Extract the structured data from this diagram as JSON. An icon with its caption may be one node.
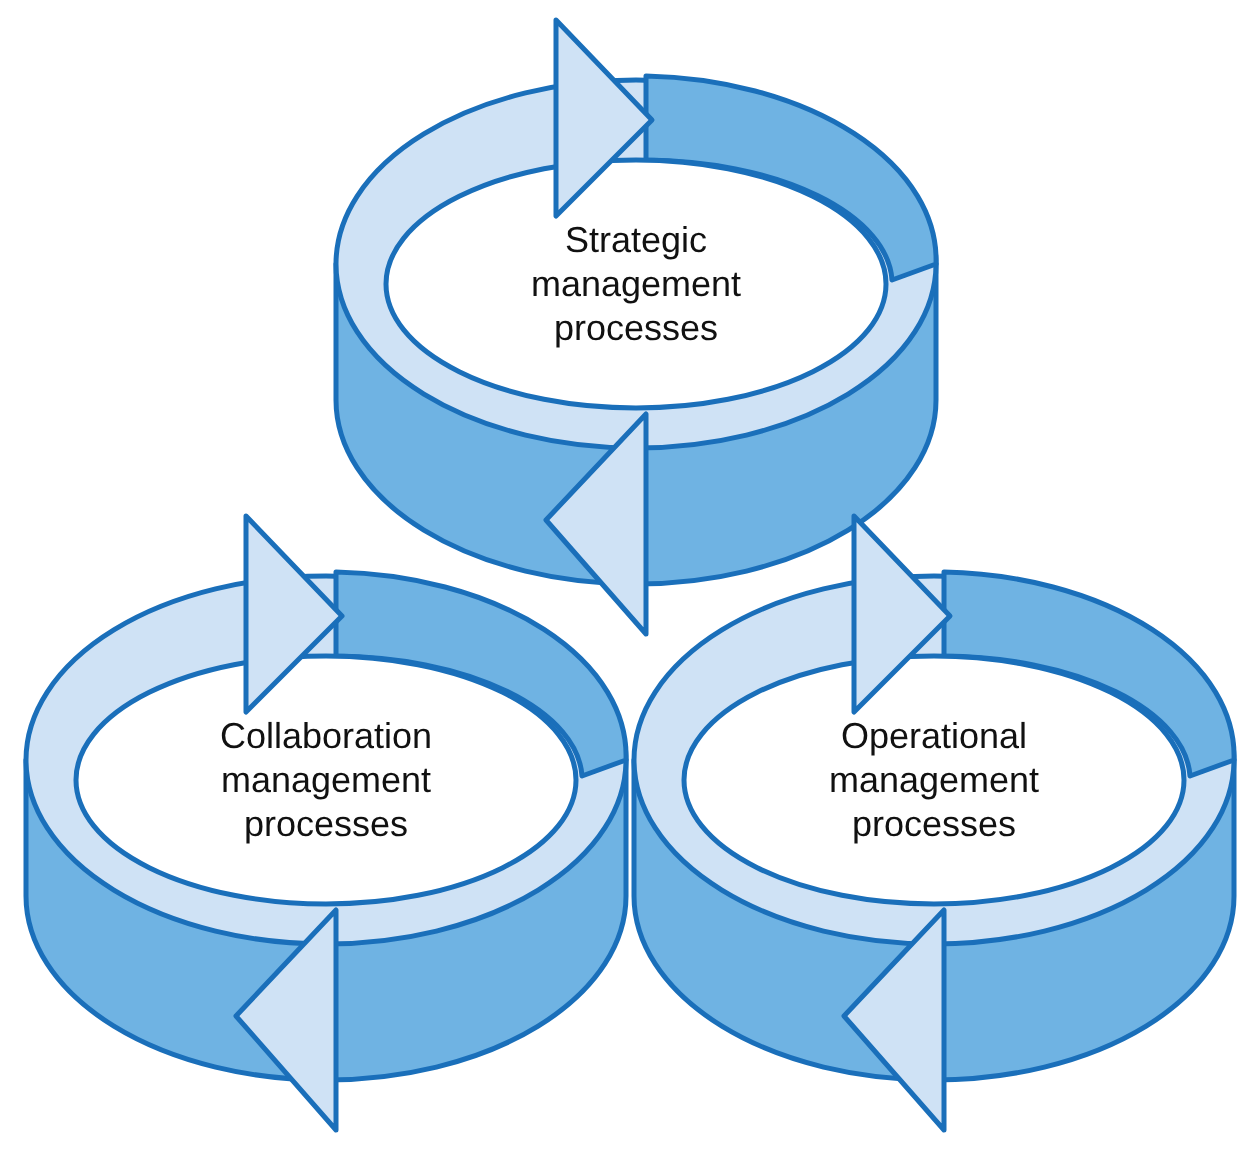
{
  "diagram": {
    "nodes": [
      {
        "text": [
          "Strategic management processes"
        ]
      },
      {
        "text": [
          "Collaboration management processes"
        ]
      },
      {
        "text": [
          "Operational management processes"
        ]
      }
    ]
  }
}
